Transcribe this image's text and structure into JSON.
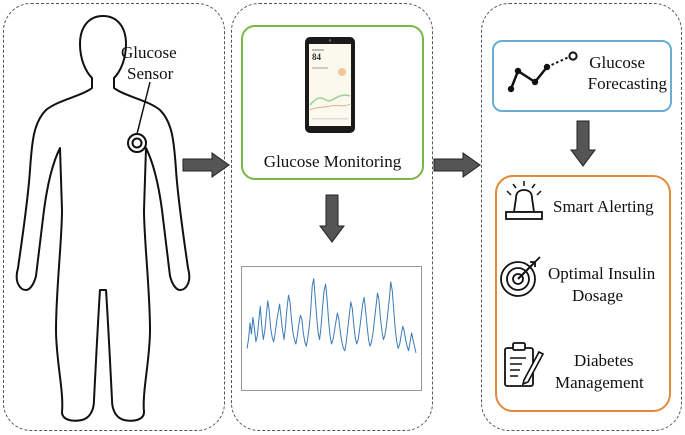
{
  "sensor": {
    "line1": "Glucose",
    "line2": "Sensor"
  },
  "monitoring": {
    "label": "Glucose Monitoring",
    "phone_reading": "84"
  },
  "forecast": {
    "line1": "Glucose",
    "line2": "Forecasting"
  },
  "actions": [
    {
      "icon": "siren-icon",
      "lines": [
        "Smart Alerting"
      ]
    },
    {
      "icon": "target-icon",
      "lines": [
        "Optimal Insulin",
        "Dosage"
      ]
    },
    {
      "icon": "clipboard-icon",
      "lines": [
        "Diabetes",
        "Management"
      ]
    }
  ],
  "colors": {
    "monitor_border": "#7ab648",
    "forecast_border": "#6aaed6",
    "actions_border": "#e3893a",
    "trace": "#3a7bb8",
    "arrow": "#555555"
  },
  "chart_data": {
    "type": "line",
    "series": [
      {
        "values": [
          32,
          40,
          55,
          45,
          60,
          50,
          38,
          44,
          58,
          70,
          52,
          40,
          48,
          62,
          75,
          66,
          50,
          42,
          38,
          46,
          56,
          64,
          72,
          60,
          48,
          40,
          52,
          68,
          80,
          74,
          58,
          46,
          40,
          36,
          44,
          54,
          62,
          58,
          46,
          38,
          34,
          42,
          52,
          66,
          88,
          95,
          78,
          60,
          46,
          40,
          52,
          70,
          84,
          90,
          76,
          58,
          44,
          36,
          40,
          48,
          56,
          64,
          58,
          46,
          38,
          32,
          30,
          38,
          50,
          62,
          74,
          68,
          54,
          42,
          36,
          40,
          50,
          60,
          72,
          78,
          66,
          52,
          40,
          34,
          38,
          46,
          58,
          70,
          82,
          76,
          60,
          48,
          40,
          44,
          52,
          64,
          76,
          92,
          84,
          66,
          50,
          38,
          32,
          36,
          44,
          52,
          48,
          40,
          34,
          30,
          38,
          46,
          40,
          34,
          28
        ]
      }
    ],
    "ylim": [
      0,
      100
    ]
  }
}
